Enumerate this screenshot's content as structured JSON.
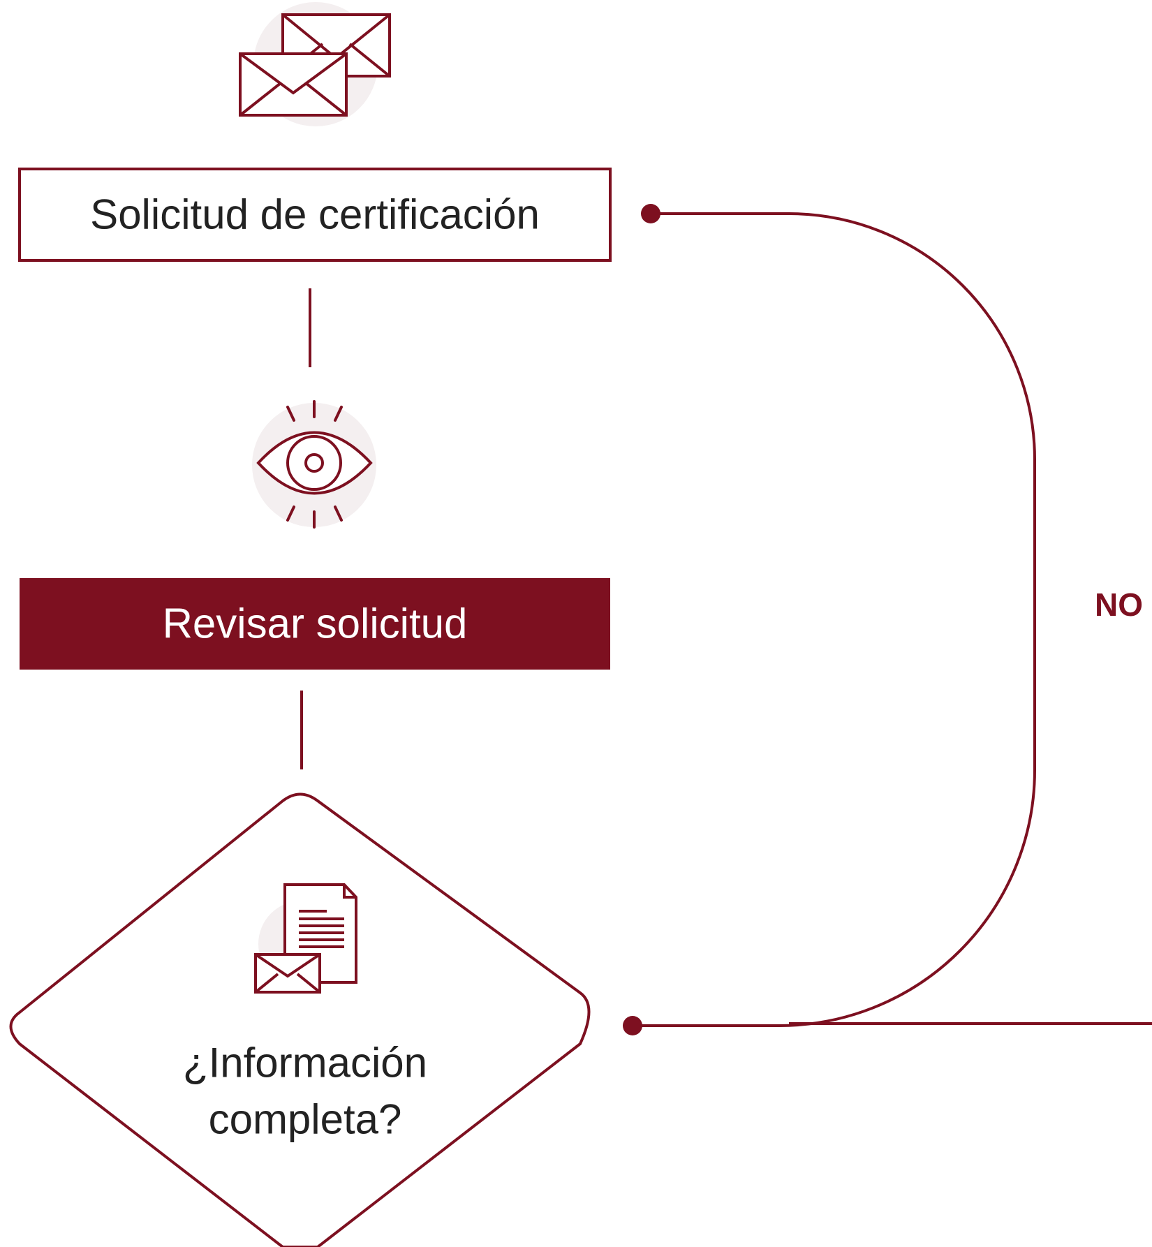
{
  "colors": {
    "accent": "#7d1020",
    "text": "#222222",
    "icon_bg": "#f4eff0",
    "inverse_text": "#ffffff"
  },
  "steps": {
    "request": {
      "label": "Solicitud de certificación",
      "icon": "envelopes-icon"
    },
    "review": {
      "label": "Revisar solicitud",
      "icon": "eye-icon"
    },
    "decision": {
      "line1": "¿Información",
      "line2": "completa?",
      "icon": "document-envelope-icon"
    }
  },
  "connectors": {
    "no_label": "NO"
  }
}
